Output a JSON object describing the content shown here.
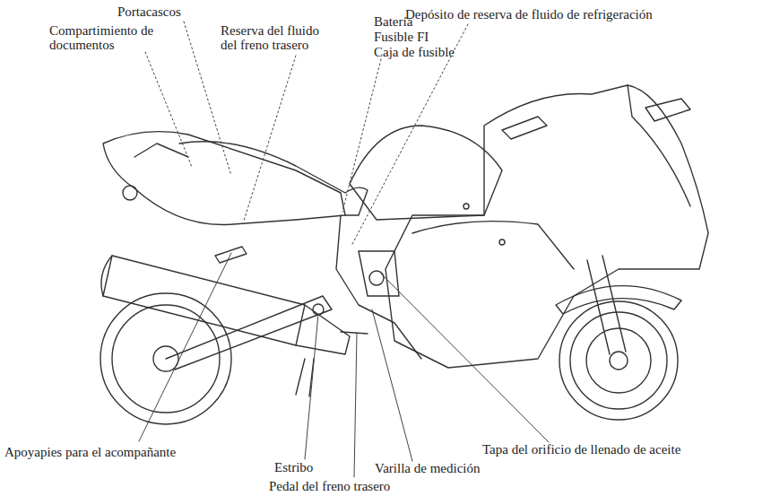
{
  "diagram": {
    "labels": [
      "Portacascos",
      "Compartimiento de documentos",
      "Reserva del fluido del freno trasero",
      "Batería",
      "Fusible FI",
      "Caja de fusible",
      "Depósito de reserva de fluido de refrigeración",
      "Apoyapies para el acompañante",
      "Estribo",
      "Pedal del freno trasero",
      "Varilla de medición",
      "Tapa del orificio de llenado de aceite"
    ]
  }
}
